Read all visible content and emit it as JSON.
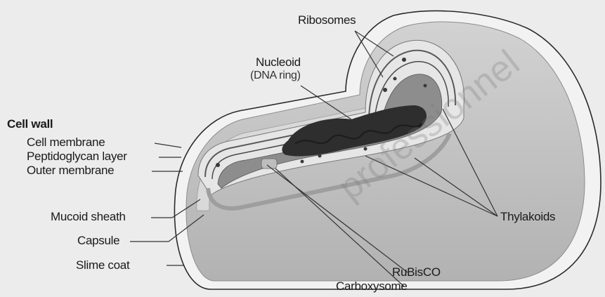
{
  "figure": {
    "labels": {
      "ribosomes": "Ribosomes",
      "nucleoid": "Nucleoid",
      "dna_ring": "(DNA ring)",
      "cell_wall": "Cell wall",
      "cell_membrane": "Cell membrane",
      "peptidoglycan_layer": "Peptidoglycan layer",
      "outer_membrane": "Outer membrane",
      "mucoid_sheath": "Mucoid sheath",
      "capsule": "Capsule",
      "slime_coat": "Slime coat",
      "thylakoids": "Thylakoids",
      "rubisco": "RuBisCO",
      "carboxysome": "Carboxysome"
    },
    "watermark": "professionnel"
  },
  "colors": {
    "background": "#ececec",
    "body": "#c4c4c4",
    "inner": "#6e6e6e",
    "dna": "#2e2e2e"
  }
}
